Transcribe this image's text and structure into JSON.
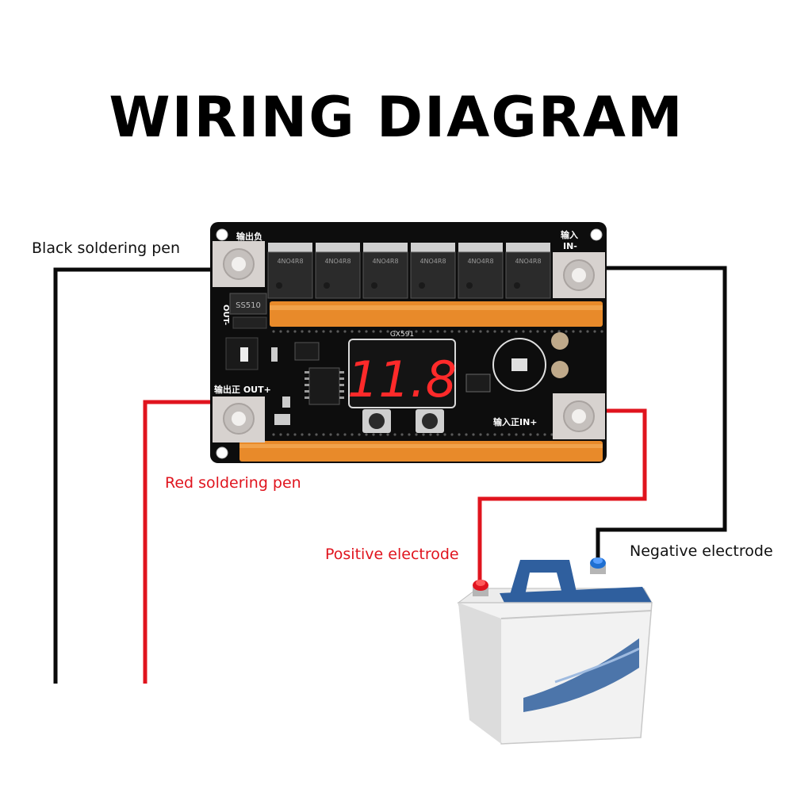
{
  "title": "WIRING DIAGRAM",
  "labels": {
    "black_pen": "Black soldering pen",
    "red_pen": "Red soldering pen",
    "positive": "Positive electrode",
    "negative": "Negative electrode"
  },
  "board": {
    "out_neg": "输出负",
    "out_neg_short": "OUT-",
    "out_pos": "输出正 OUT+",
    "in_neg": "输入",
    "in_neg_2": "IN-",
    "in_pos": "输入正IN+",
    "model": "GX591",
    "display": "11.8",
    "diode": "SS510",
    "mosfet_count": 6,
    "mosfet_label": "4NO4R8"
  },
  "colors": {
    "wire_black": "#0a0a0a",
    "wire_red": "#e0141e",
    "pcb": "#0d0d0d",
    "copper": "#e88a2a",
    "led": "#ff2a2a",
    "battery_blue": "#2f5f9e"
  }
}
